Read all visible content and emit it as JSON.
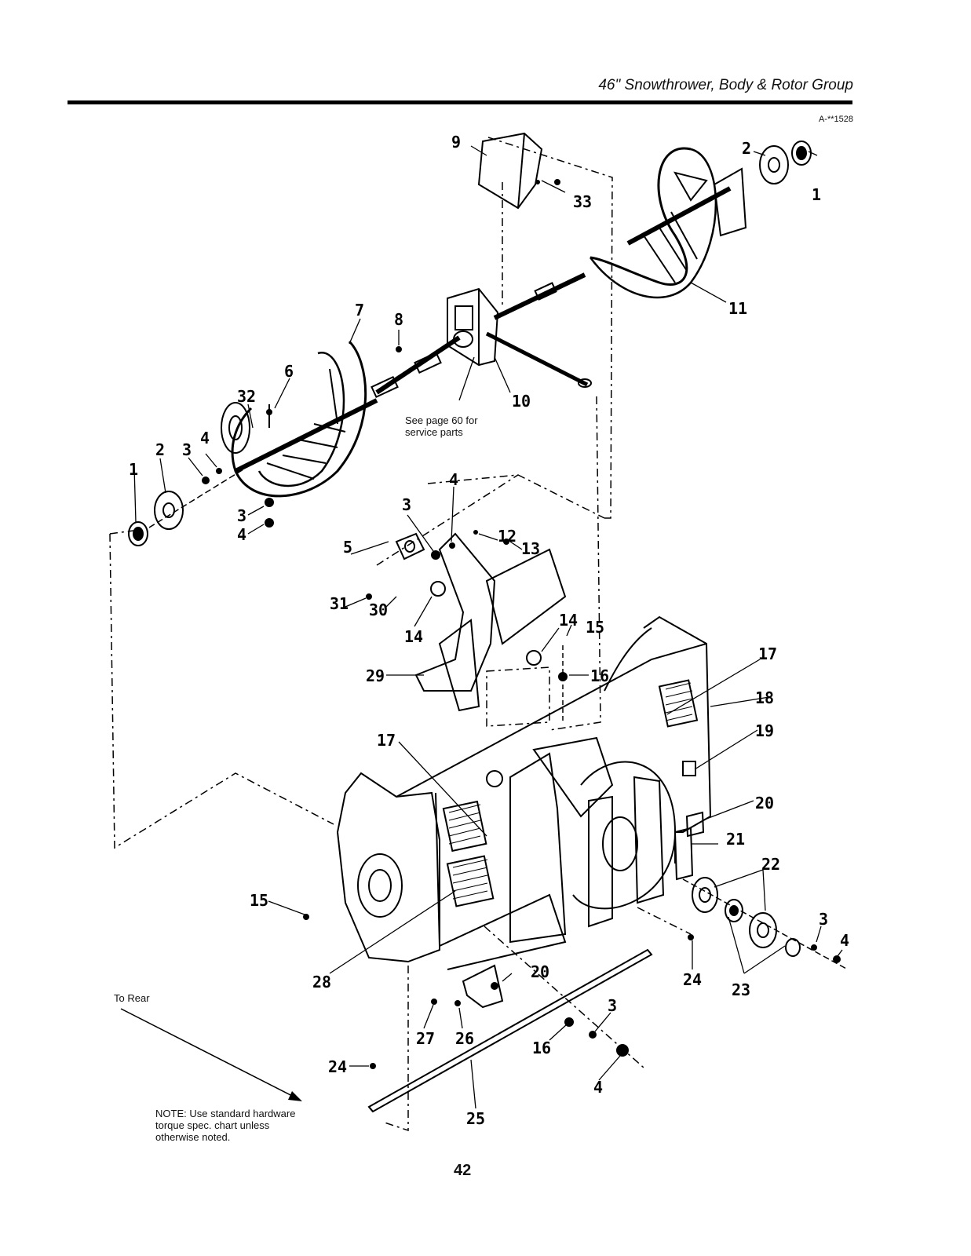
{
  "header": {
    "title": "46\" Snowthrower, Body & Rotor Group",
    "ref_code": "A-**1528"
  },
  "annotations": {
    "see_page": [
      "See page 60 for",
      "service parts"
    ],
    "to_rear": "To Rear",
    "note": [
      "NOTE: Use standard hardware",
      "torque spec. chart unless",
      "otherwise noted."
    ]
  },
  "callouts": {
    "c1": "1",
    "c2": "2",
    "c3": "3",
    "c4": "4",
    "c5": "5",
    "c6": "6",
    "c7": "7",
    "c8": "8",
    "c9": "9",
    "c10": "10",
    "c11": "11",
    "c12": "12",
    "c13": "13",
    "c14": "14",
    "c15": "15",
    "c16": "16",
    "c17": "17",
    "c18": "18",
    "c19": "19",
    "c20": "20",
    "c21": "21",
    "c22": "22",
    "c23": "23",
    "c24": "24",
    "c25": "25",
    "c26": "26",
    "c27": "27",
    "c28": "28",
    "c29": "29",
    "c30": "30",
    "c31": "31",
    "c32": "32",
    "c33": "33"
  },
  "page_number": "42"
}
